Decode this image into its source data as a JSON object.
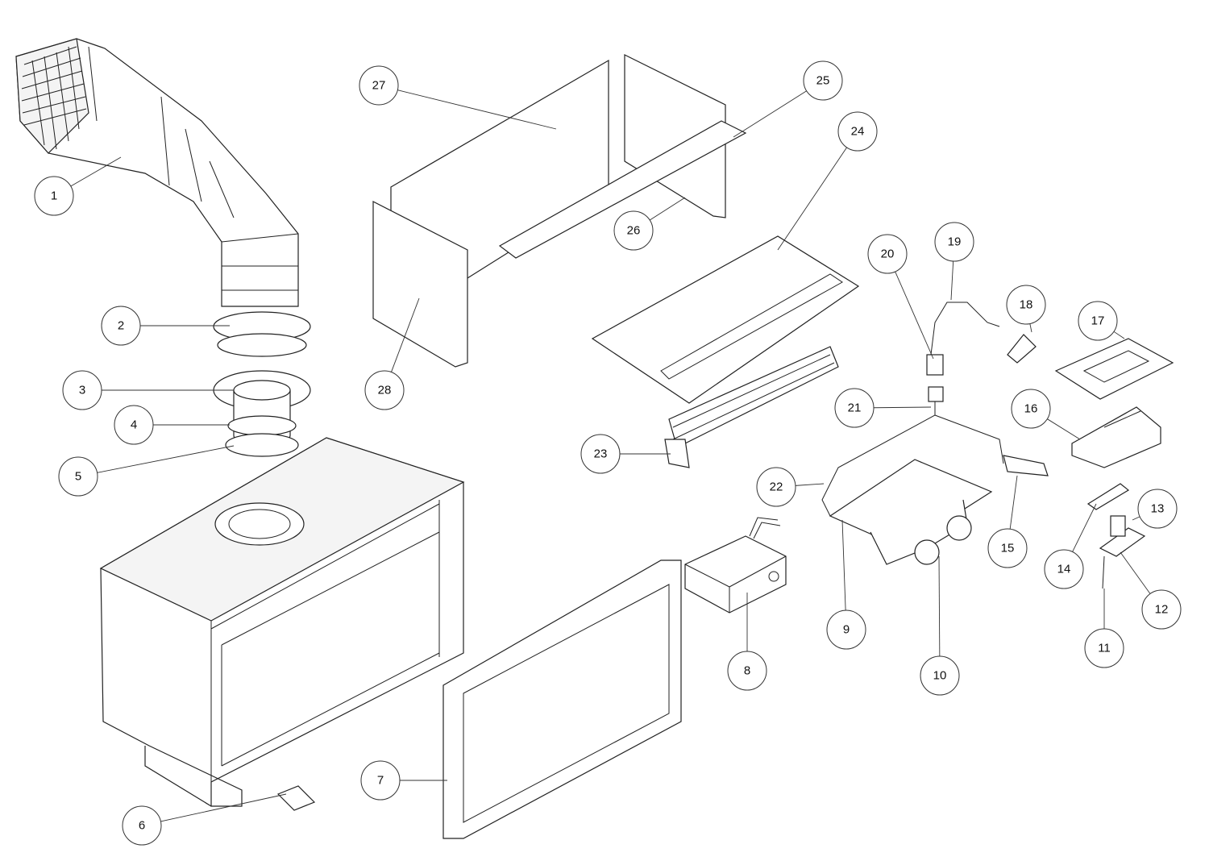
{
  "diagram": {
    "type": "exploded-parts-diagram",
    "callouts": [
      {
        "id": "1",
        "label": "1"
      },
      {
        "id": "2",
        "label": "2"
      },
      {
        "id": "3",
        "label": "3"
      },
      {
        "id": "4",
        "label": "4"
      },
      {
        "id": "5",
        "label": "5"
      },
      {
        "id": "6",
        "label": "6"
      },
      {
        "id": "7",
        "label": "7"
      },
      {
        "id": "8",
        "label": "8"
      },
      {
        "id": "9",
        "label": "9"
      },
      {
        "id": "10",
        "label": "10"
      },
      {
        "id": "11",
        "label": "11"
      },
      {
        "id": "12",
        "label": "12"
      },
      {
        "id": "13",
        "label": "13"
      },
      {
        "id": "14",
        "label": "14"
      },
      {
        "id": "15",
        "label": "15"
      },
      {
        "id": "16",
        "label": "16"
      },
      {
        "id": "17",
        "label": "17"
      },
      {
        "id": "18",
        "label": "18"
      },
      {
        "id": "19",
        "label": "19"
      },
      {
        "id": "20",
        "label": "20"
      },
      {
        "id": "21",
        "label": "21"
      },
      {
        "id": "22",
        "label": "22"
      },
      {
        "id": "23",
        "label": "23"
      },
      {
        "id": "24",
        "label": "24"
      },
      {
        "id": "25",
        "label": "25"
      },
      {
        "id": "26",
        "label": "26"
      },
      {
        "id": "27",
        "label": "27"
      },
      {
        "id": "28",
        "label": "28"
      }
    ]
  }
}
